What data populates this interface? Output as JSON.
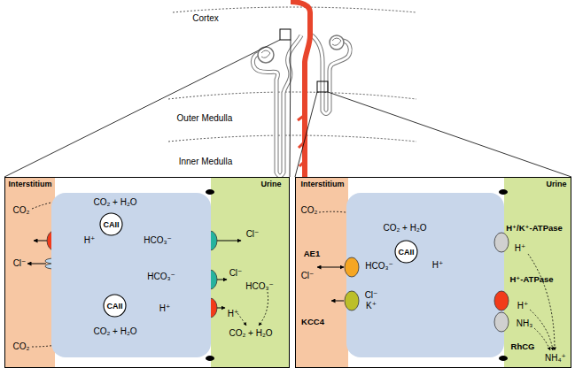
{
  "diagram": {
    "nodes": [
      {
        "text": [
          "Interstitium",
          "CO₂",
          "Cl⁻",
          "CO₂"
        ]
      },
      {
        "text": [
          "CO₂ + H₂O",
          "H⁺",
          "HCO₃⁻",
          "HCO₃⁻",
          "H⁺",
          "CO₂ + H₂O"
        ]
      },
      {
        "text": [
          "CAII"
        ],
        "in": 1
      },
      {
        "text": [
          "CAII"
        ],
        "in": 1
      },
      {
        "text": [
          "Urine",
          "Cl⁻",
          "Cl⁻",
          "HCO₃⁻",
          "H⁺",
          "CO₂ + H₂O"
        ]
      },
      {
        "text": [
          "Interstitium",
          "CO₂",
          "Cl⁻"
        ]
      },
      {
        "text": [
          "AE1"
        ]
      },
      {
        "text": [
          "KCC4"
        ]
      },
      {
        "text": [
          "CO₂ + H₂O",
          "HCO₃⁻",
          "H⁺",
          "Cl⁻",
          "K⁺"
        ]
      },
      {
        "text": [
          "CAII"
        ],
        "in": 8
      },
      {
        "text": [
          "H⁺/K⁺-ATPase"
        ]
      },
      {
        "text": [
          "H⁺-ATPase"
        ]
      },
      {
        "text": [
          "RhCG"
        ]
      },
      {
        "text": [
          "Urine",
          "H⁺",
          "H⁺",
          "NH₃",
          "NH₄⁺"
        ]
      }
    ],
    "labels": [
      "Cortex",
      "Outer Medulla",
      "Inner Medulla"
    ]
  }
}
